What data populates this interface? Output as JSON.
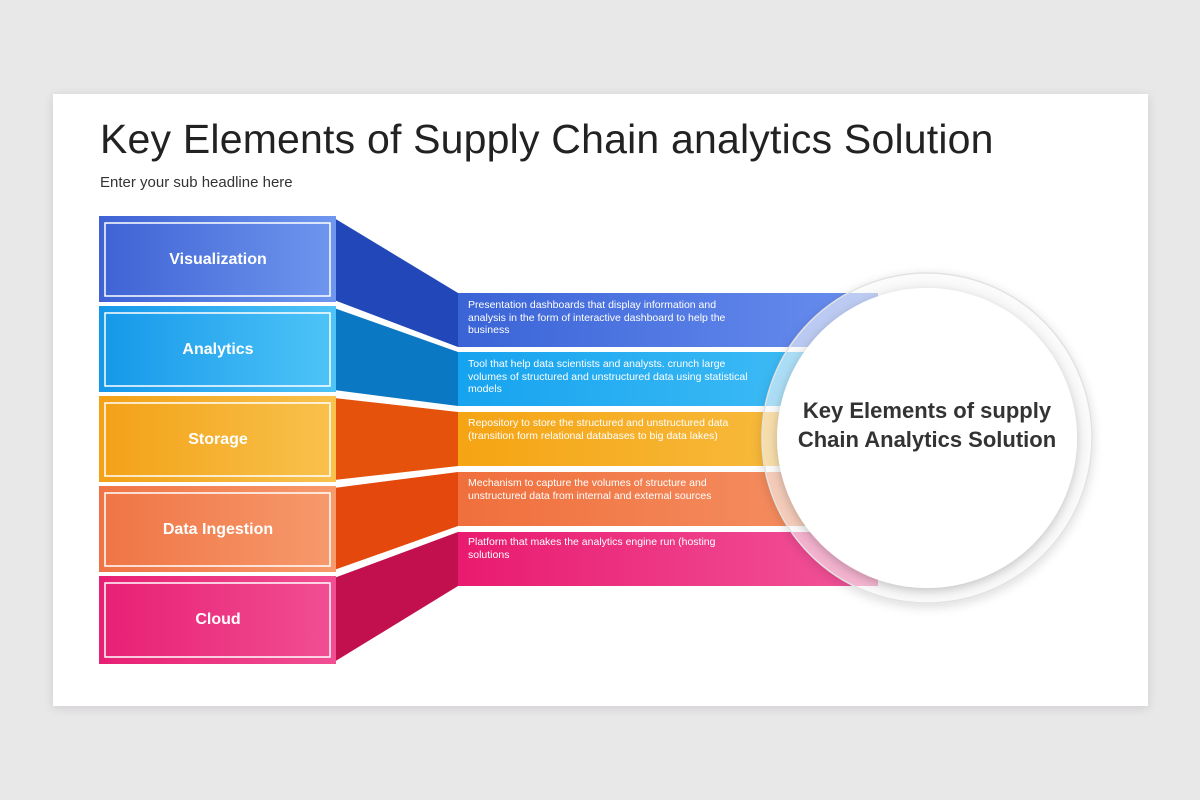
{
  "title": "Key Elements of Supply Chain analytics Solution",
  "subtitle": "Enter your sub headline here",
  "elements": [
    {
      "label": "Visualization",
      "description": "Presentation dashboards that display information and analysis in the form of interactive dashboard to help the business",
      "color": "#3f6cd8"
    },
    {
      "label": "Analytics",
      "description": "Tool that help data scientists and analysts. crunch large volumes of structured and unstructured data using statistical models",
      "color": "#1aa9ef"
    },
    {
      "label": "Storage",
      "description": "Repository to store the structured and unstructured data (transition form relational databases to big data lakes)",
      "color": "#f5a81c"
    },
    {
      "label": "Data Ingestion",
      "description": "Mechanism to capture the volumes of structure and unstructured data from internal and external sources",
      "color": "#f27a45"
    },
    {
      "label": "Cloud",
      "description": "Platform that makes the analytics engine run (hosting solutions",
      "color": "#ea2a7c"
    }
  ],
  "center": {
    "text": "Key Elements of supply Chain Analytics Solution"
  }
}
